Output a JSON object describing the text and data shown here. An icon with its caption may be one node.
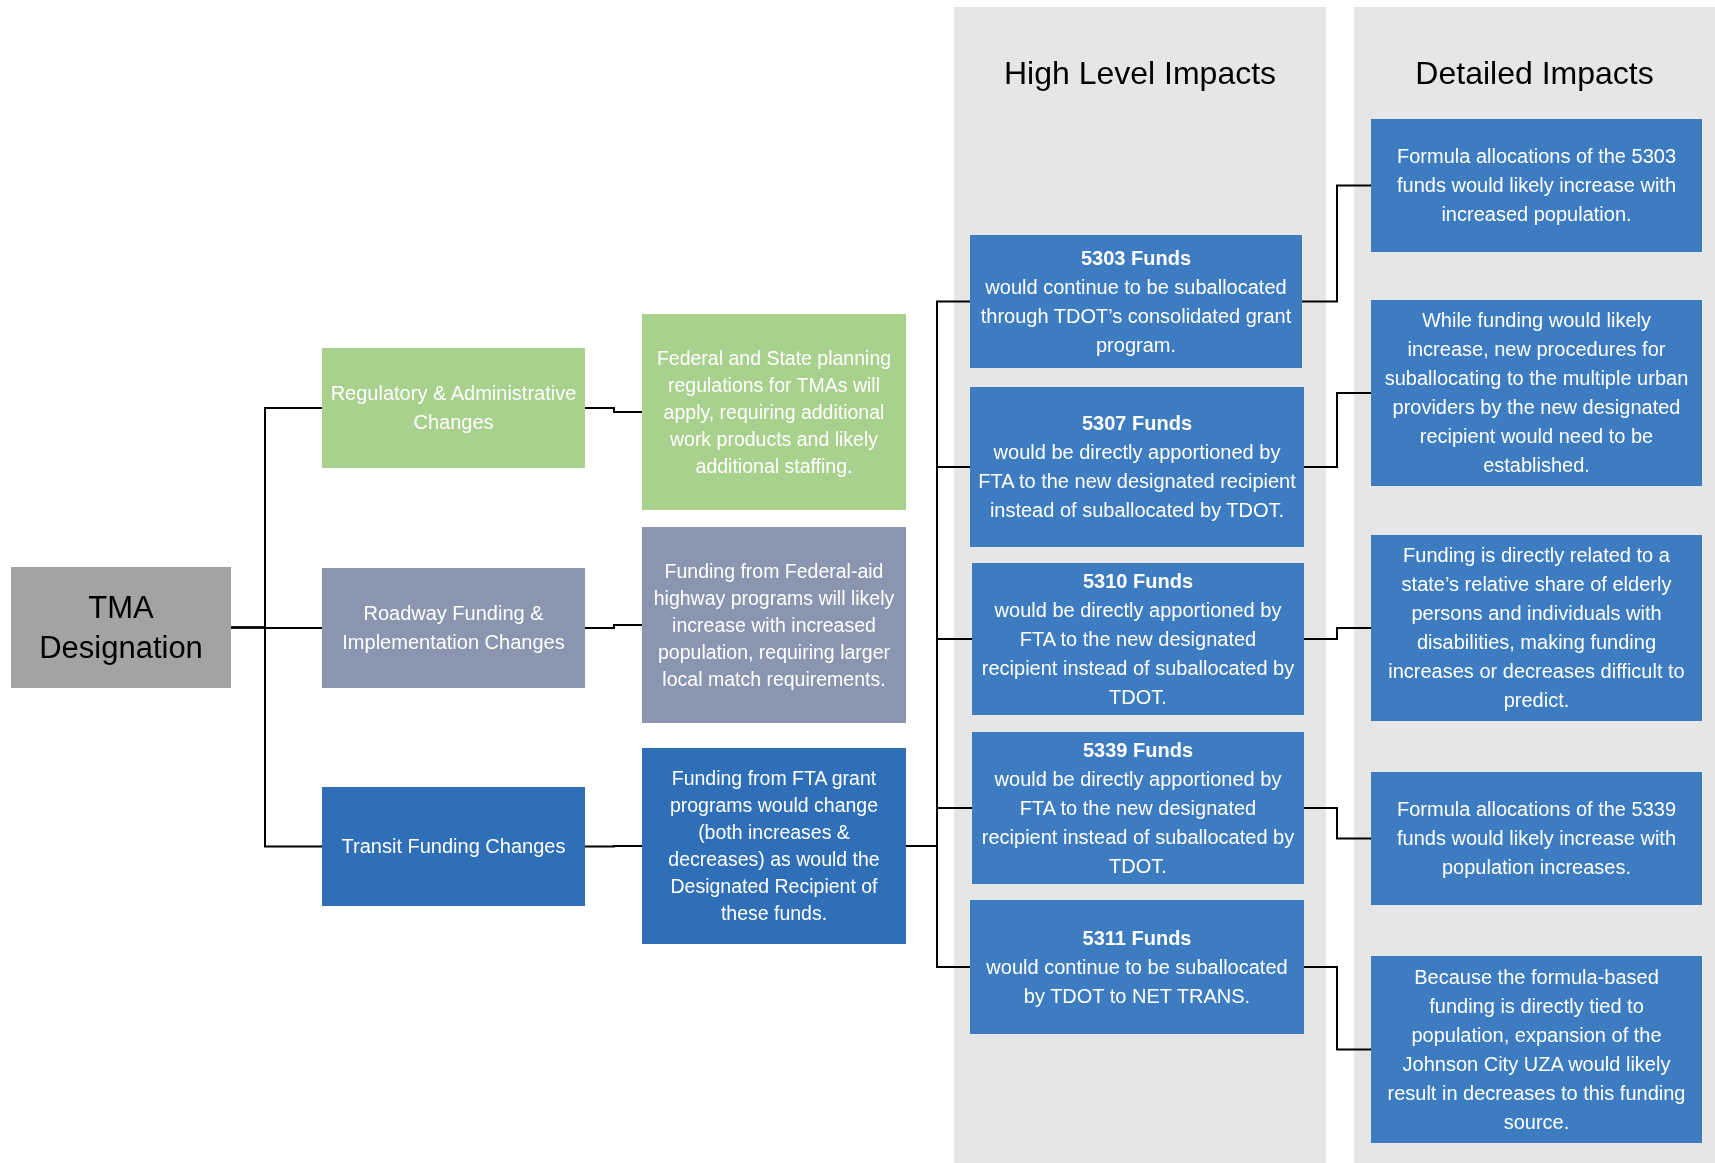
{
  "diagram": {
    "nodes": [
      {
        "text": [
          "TMA Designation"
        ]
      },
      {
        "text": [
          "Regulatory & Administrative Changes"
        ]
      },
      {
        "text": [
          "Roadway Funding & Implementation Changes"
        ]
      },
      {
        "text": [
          "Transit Funding Changes"
        ]
      },
      {
        "text": [
          "Federal and State planning regulations for TMAs will apply, requiring additional work products and likely additional staffing."
        ]
      },
      {
        "text": [
          "Funding from Federal-aid highway programs will likely increase with increased population, requiring larger local match requirements."
        ]
      },
      {
        "text": [
          "Funding from FTA grant programs would change (both increases & decreases) as would the Designated Recipient of these funds."
        ]
      },
      {
        "text": [
          "High Level Impacts"
        ]
      },
      {
        "text": [
          "5303 Funds",
          "would continue to be suballocated through TDOT’s consolidated grant program."
        ],
        "in": 7
      },
      {
        "text": [
          "5307 Funds",
          "would be directly apportioned by FTA to the new designated recipient instead of suballocated by TDOT."
        ],
        "in": 7
      },
      {
        "text": [
          "5310 Funds",
          "would be directly apportioned by FTA to the new designated recipient instead of suballocated by TDOT."
        ],
        "in": 7
      },
      {
        "text": [
          "5339 Funds",
          "would be directly apportioned by FTA to the new designated recipient instead of suballocated by TDOT."
        ],
        "in": 7
      },
      {
        "text": [
          "5311 Funds",
          "would continue to be suballocated by TDOT to NET TRANS."
        ],
        "in": 7
      },
      {
        "text": [
          "Detailed Impacts"
        ]
      },
      {
        "text": [
          "Formula allocations of the 5303 funds would likely increase with increased population."
        ],
        "in": 13
      },
      {
        "text": [
          "While funding would likely increase, new procedures for suballocating to the multiple urban providers by the new designated recipient would need to be established."
        ],
        "in": 13
      },
      {
        "text": [
          "Funding is directly related to a state’s relative share of elderly persons and individuals with disabilities, making funding increases or decreases difficult to predict."
        ],
        "in": 13
      },
      {
        "text": [
          "Formula allocations of the 5339 funds would likely increase with population increases."
        ],
        "in": 13
      },
      {
        "text": [
          "Because the formula-based funding is directly tied to population, expansion of the Johnson City UZA would likely result in decreases to this funding source."
        ],
        "in": 13
      }
    ],
    "edges": [
      {
        "from": 0,
        "to": 1,
        "arrow": "none"
      },
      {
        "from": 0,
        "to": 2,
        "arrow": "none"
      },
      {
        "from": 0,
        "to": 3,
        "arrow": "none"
      },
      {
        "from": 1,
        "to": 4,
        "arrow": "none"
      },
      {
        "from": 2,
        "to": 5,
        "arrow": "none"
      },
      {
        "from": 3,
        "to": 6,
        "arrow": "none"
      },
      {
        "from": 6,
        "to": 8,
        "arrow": "none"
      },
      {
        "from": 6,
        "to": 9,
        "arrow": "none"
      },
      {
        "from": 6,
        "to": 10,
        "arrow": "none"
      },
      {
        "from": 6,
        "to": 11,
        "arrow": "none"
      },
      {
        "from": 6,
        "to": 12,
        "arrow": "none"
      },
      {
        "from": 8,
        "to": 14,
        "arrow": "none"
      },
      {
        "from": 9,
        "to": 15,
        "arrow": "none"
      },
      {
        "from": 10,
        "to": 16,
        "arrow": "none"
      },
      {
        "from": 11,
        "to": 17,
        "arrow": "none"
      },
      {
        "from": 12,
        "to": 18,
        "arrow": "none"
      }
    ]
  }
}
